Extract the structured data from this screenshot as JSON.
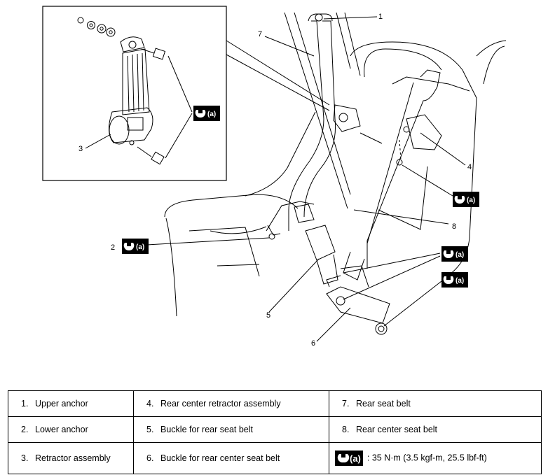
{
  "callouts": {
    "c1": "1",
    "c2": "2",
    "c3": "3",
    "c4": "4",
    "c5": "5",
    "c6": "6",
    "c7": "7",
    "c8": "8"
  },
  "torque_marker": {
    "icon": "wrench-icon",
    "text": "(a)"
  },
  "legend": {
    "rows": [
      [
        {
          "num": "1.",
          "label": "Upper anchor"
        },
        {
          "num": "4.",
          "label": "Rear center retractor assembly"
        },
        {
          "num": "7.",
          "label": "Rear seat belt"
        }
      ],
      [
        {
          "num": "2.",
          "label": "Lower anchor"
        },
        {
          "num": "5.",
          "label": "Buckle for rear seat belt"
        },
        {
          "num": "8.",
          "label": "Rear center seat belt"
        }
      ],
      [
        {
          "num": "3.",
          "label": "Retractor assembly"
        },
        {
          "num": "6.",
          "label": "Buckle for rear center seat belt"
        }
      ]
    ],
    "torque": {
      "symbol": "(a)",
      "separator": ":",
      "value": "35 N·m (3.5 kgf-m, 25.5 lbf-ft)"
    }
  }
}
